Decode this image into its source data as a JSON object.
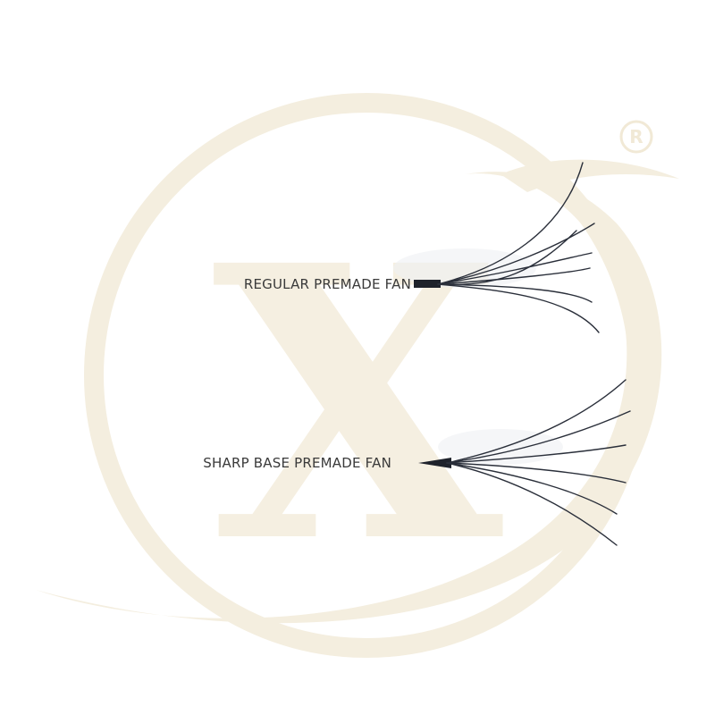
{
  "labels": {
    "regular": "REGULAR PREMADE FAN",
    "sharp": "SHARP BASE PREMADE FAN"
  },
  "watermark": {
    "letter": "X",
    "registered_mark": "®",
    "color": "#f3eddc"
  },
  "lash_color": "#2a2f3a"
}
